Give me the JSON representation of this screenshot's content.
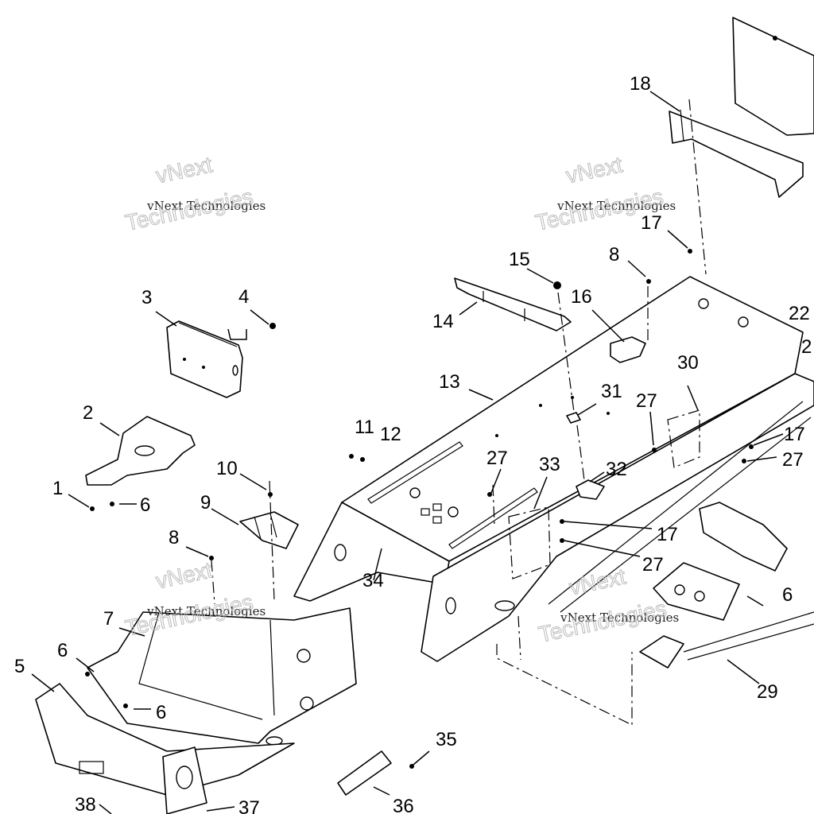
{
  "diagram": {
    "callouts": [
      "1",
      "2",
      "3",
      "4",
      "5",
      "6",
      "7",
      "8",
      "9",
      "10",
      "11",
      "12",
      "13",
      "14",
      "15",
      "16",
      "17",
      "18",
      "22",
      "2",
      "27",
      "29",
      "30",
      "31",
      "32",
      "33",
      "34",
      "35",
      "36",
      "37",
      "38"
    ]
  },
  "watermark": {
    "line1": "vNext",
    "line2": "vNext Technologies",
    "line3": "Technologies"
  }
}
